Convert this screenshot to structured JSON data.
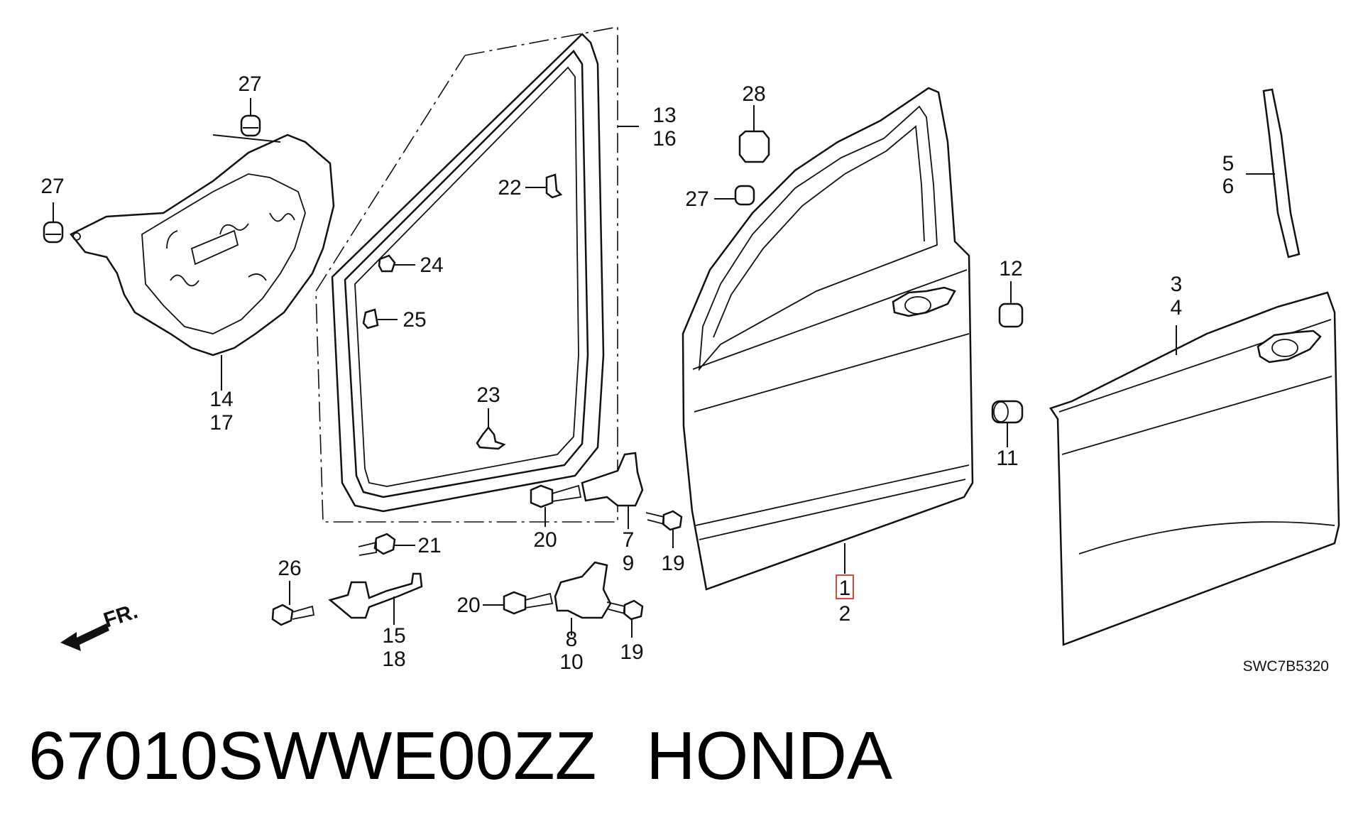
{
  "title": {
    "part_number": "67010SWWE00ZZ",
    "brand": "HONDA"
  },
  "diagram_code": "SWC7B5320",
  "front_indicator": "FR.",
  "highlight_color": "#e0453c",
  "callouts": {
    "c1": "1",
    "c2": "2",
    "c3": "3",
    "c4": "4",
    "c5": "5",
    "c6": "6",
    "c7": "7",
    "c8": "8",
    "c9": "9",
    "c10": "10",
    "c11": "11",
    "c12": "12",
    "c13": "13",
    "c14": "14",
    "c15": "15",
    "c16": "16",
    "c17": "17",
    "c18": "18",
    "c19a": "19",
    "c19b": "19",
    "c20a": "20",
    "c20b": "20",
    "c21": "21",
    "c22": "22",
    "c23": "23",
    "c24": "24",
    "c25": "25",
    "c26": "26",
    "c27a": "27",
    "c27b": "27",
    "c27c": "27",
    "c28": "28"
  }
}
